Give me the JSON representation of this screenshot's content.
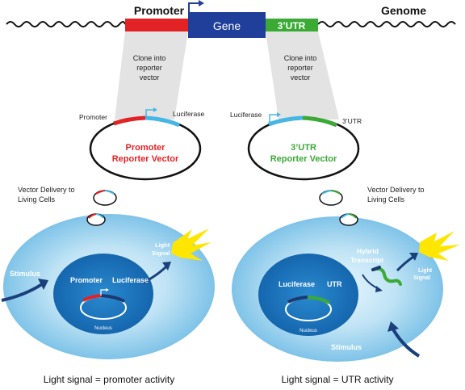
{
  "genome": {
    "promoter_label": "Promoter",
    "gene_label": "Gene",
    "utr_label": "3’UTR",
    "genome_label": "Genome"
  },
  "clone_left": [
    "Clone into",
    "reporter",
    "vector"
  ],
  "clone_right": [
    "Clone into",
    "reporter",
    "vector"
  ],
  "left_vector": {
    "promoter_label": "Promoter",
    "luciferase_label": "Luciferase",
    "title_line1": "Promoter",
    "title_line2": "Reporter Vector"
  },
  "right_vector": {
    "luciferase_label": "Luciferase",
    "utr_label": "3’UTR",
    "title_line1": "3’UTR",
    "title_line2": "Reporter Vector"
  },
  "delivery_left": [
    "Vector Delivery to",
    "Living Cells"
  ],
  "delivery_right": [
    "Vector Delivery to",
    "Living Cells"
  ],
  "left_cell": {
    "stimulus": "Stimulus",
    "light_signal": [
      "Light",
      "Signal"
    ],
    "promoter": "Promoter",
    "luciferase": "Luciferase",
    "nucleus": "Nucleus"
  },
  "right_cell": {
    "hybrid": [
      "Hybrid",
      "Transcript"
    ],
    "light_signal": [
      "Light",
      "Signal"
    ],
    "luciferase": "Luciferase",
    "utr": "UTR",
    "nucleus": "Nucleus",
    "stimulus": "Stimulus"
  },
  "caption_left": "Light signal = promoter activity",
  "caption_right": "Light signal = UTR activity",
  "colors": {
    "promoter": "#e32226",
    "gene": "#1f3f9a",
    "utr": "#3aaa35",
    "luciferase": "#46b6e6",
    "cell_outer": "#9fd3ef",
    "nucleus": "#1b75bb",
    "arrow": "#1a3f7a",
    "flash": "#ffe600"
  }
}
